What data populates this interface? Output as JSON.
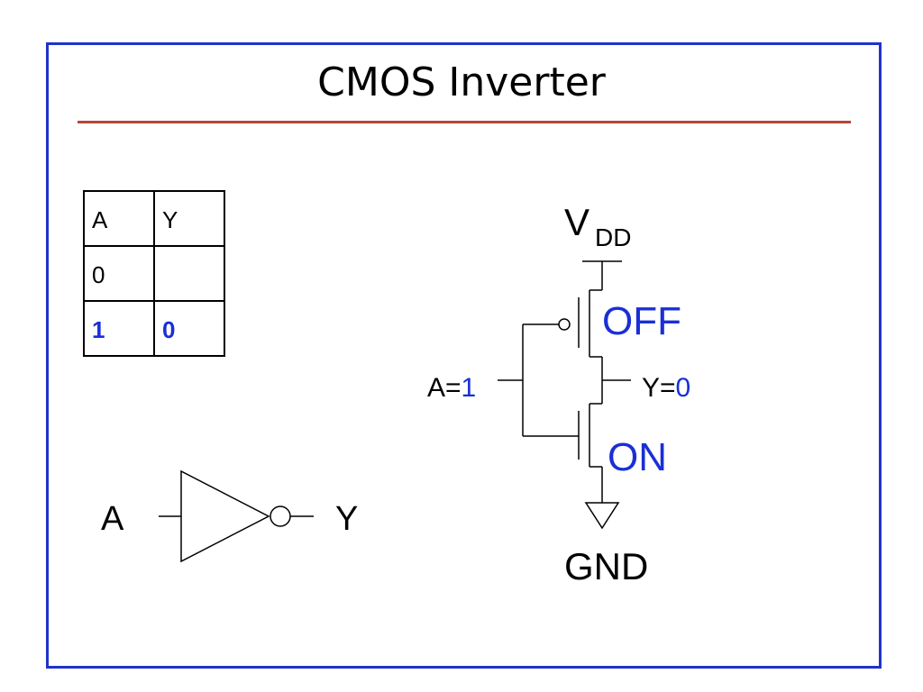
{
  "title": "CMOS Inverter",
  "truth_table": {
    "headers": [
      "A",
      "Y"
    ],
    "rows": [
      [
        "0",
        ""
      ],
      [
        "1",
        "0"
      ]
    ],
    "highlight_color": "#1a2fd6"
  },
  "gate": {
    "input_label": "A",
    "output_label": "Y"
  },
  "circuit": {
    "vdd_label": "V",
    "vdd_subscript": "DD",
    "gnd_label": "GND",
    "input_label": "A=",
    "input_value": "1",
    "output_label": "Y=",
    "output_value": "0",
    "pmos_state": "OFF",
    "nmos_state": "ON"
  },
  "colors": {
    "frame": "#1f34c8",
    "title_rule": "#b5473a",
    "state_text": "#1a2fd6"
  }
}
